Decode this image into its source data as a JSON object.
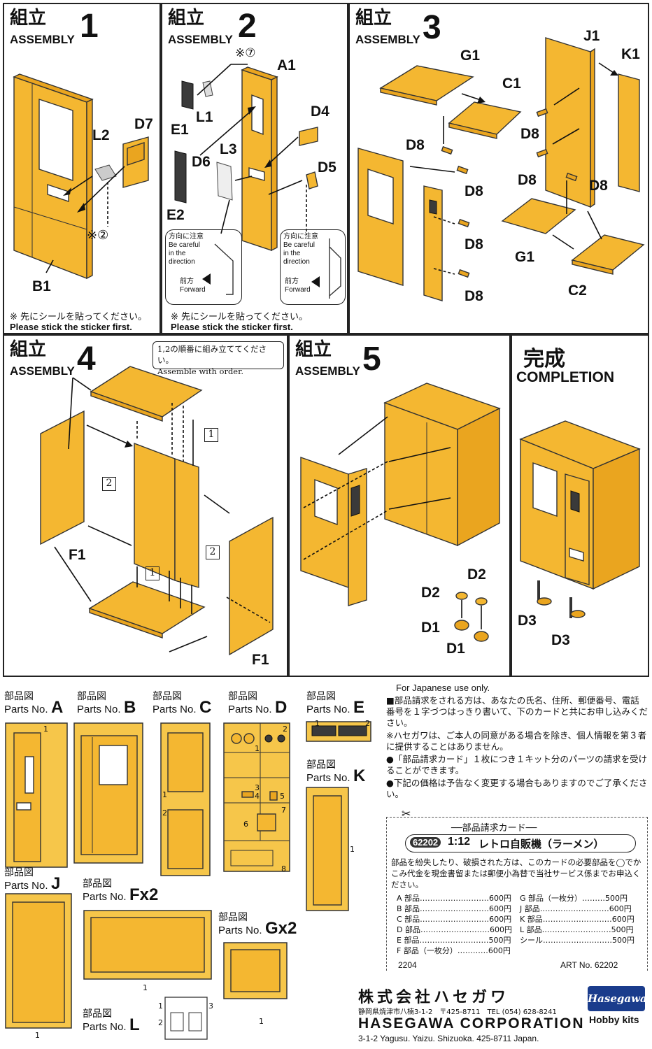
{
  "panels": {
    "a1": {
      "ja": "組立",
      "en": "ASSEMBLY",
      "num": "1",
      "labels": {
        "l2": "L2",
        "d7": "D7",
        "b1": "B1",
        "note2": "※②"
      },
      "note_ja": "※ 先にシールを貼ってください。",
      "note_en": "Please stick the sticker first."
    },
    "a2": {
      "ja": "組立",
      "en": "ASSEMBLY",
      "num": "2",
      "labels": {
        "a1": "A1",
        "note7": "※⑦",
        "e1": "E1",
        "l1": "L1",
        "d4": "D4",
        "d6": "D6",
        "l3": "L3",
        "d5": "D5",
        "e2": "E2"
      },
      "callout1": [
        "方向に注意",
        "Be careful",
        "in the",
        "direction",
        "前方",
        "Forward"
      ],
      "callout2": [
        "方向に注意",
        "Be careful",
        "in the",
        "direction",
        "前方",
        "Forward"
      ],
      "note_ja": "※ 先にシールを貼ってください。",
      "note_en": "Please stick the sticker first."
    },
    "a3": {
      "ja": "組立",
      "en": "ASSEMBLY",
      "num": "3",
      "labels": {
        "g1a": "G1",
        "c1": "C1",
        "j1": "J1",
        "k1": "K1",
        "d8a": "D8",
        "d8b": "D8",
        "d8c": "D8",
        "d8d": "D8",
        "d8e": "D8",
        "d8f": "D8",
        "d8g": "D8",
        "g1b": "G1",
        "c2": "C2"
      }
    },
    "a4": {
      "ja": "組立",
      "en": "ASSEMBLY",
      "num": "4",
      "order_ja": "1,2の順番に組み立ててください。",
      "order_en": "Assemble with order.",
      "labels": {
        "f1a": "F1",
        "f1b": "F1"
      },
      "markers": {
        "m1a": "1",
        "m2a": "2",
        "m1b": "1",
        "m2b": "2"
      }
    },
    "a5": {
      "ja": "組立",
      "en": "ASSEMBLY",
      "num": "5",
      "labels": {
        "d2a": "D2",
        "d2b": "D2",
        "d1a": "D1",
        "d1b": "D1"
      }
    },
    "done": {
      "ja": "完成",
      "en": "COMPLETION",
      "labels": {
        "d3a": "D3",
        "d3b": "D3"
      }
    }
  },
  "parts": {
    "head_ja": "部品図",
    "head_en": "Parts No.",
    "a": "A",
    "b": "B",
    "c": "C",
    "d": "D",
    "e": "E",
    "k": "K",
    "j": "J",
    "f": "Fx2",
    "g": "Gx2",
    "l": "L",
    "runner_nums": {
      "a1": "1",
      "c1": "1",
      "c2": "2",
      "d1": "1",
      "d2": "2",
      "d3": "3",
      "d4": "4",
      "d5": "5",
      "d6": "6",
      "d7": "7",
      "d8": "8",
      "e1": "1",
      "e2": "2",
      "k1": "1",
      "f1": "1",
      "g1": "1",
      "j1": "1",
      "l1": "1",
      "l2": "2",
      "l3": "3"
    }
  },
  "info": {
    "for_japan": "For Japanese use only.",
    "p1": "■部品請求をされる方は、あなたの氏名、住所、郵便番号、電話番号を１字づつはっきり書いて、下のカードと共にお申し込みください。",
    "p2": "※ハセガワは、ご本人の同意がある場合を除き、個人情報を第３者に提供することはありません。",
    "p3": "●「部品請求カード」１枚につき１キット分のパーツの請求を受けることができます。",
    "p4": "●下記の価格は予告なく変更する場合もありますのでご了承ください。",
    "card_title": "部品請求カード",
    "kit_no": "62202",
    "scale": "1:12",
    "kit_name": "レトロ自販機（ラーメン）",
    "card_text": "部品を紛失したり、破損された方は、このカードの必要部品を◯でかこみ代金を現金書留または郵便小為替で当社サービス係までお申込ください。",
    "prices_left": [
      "A 部品………………………600円",
      "B 部品………………………600円",
      "C 部品………………………600円",
      "D 部品………………………600円",
      "E 部品………………………500円",
      "F 部品（一枚分）…………600円"
    ],
    "prices_right": [
      "G 部品（一枚分）………500円",
      "J 部品………………………600円",
      "K 部品………………………600円",
      "L 部品………………………500円",
      "シール………………………500円"
    ],
    "code": "2204",
    "art": "ART No. 62202"
  },
  "company": {
    "name_ja": "株式会社ハセガワ",
    "addr_ja": "静岡県焼津市八楠3-1-2　〒425-8711　TEL (054) 628-8241",
    "name_en": "HASEGAWA CORPORATION",
    "addr_en": "3-1-2 Yagusu. Yaizu. Shizuoka. 425-8711 Japan.",
    "logo": "Hasegawa",
    "hobby": "Hobby kits"
  }
}
